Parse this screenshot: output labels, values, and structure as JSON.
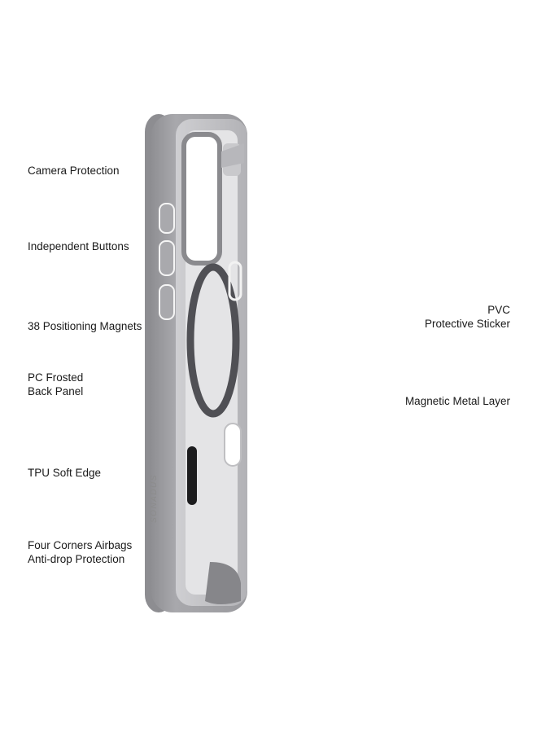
{
  "callouts": [
    {
      "id": "camera-protection",
      "lines": [
        "Camera Protection"
      ],
      "side": "left"
    },
    {
      "id": "independent-buttons",
      "lines": [
        "Independent Buttons"
      ],
      "side": "left"
    },
    {
      "id": "positioning-magnets",
      "lines": [
        "38 Positioning Magnets"
      ],
      "side": "left"
    },
    {
      "id": "pc-frosted-back-panel",
      "lines": [
        "PC Frosted",
        "Back Panel"
      ],
      "side": "left"
    },
    {
      "id": "tpu-soft-edge",
      "lines": [
        "TPU Soft Edge"
      ],
      "side": "left"
    },
    {
      "id": "four-corners-airbags",
      "lines": [
        "Four Corners Airbags",
        "Anti-drop Protection"
      ],
      "side": "left"
    },
    {
      "id": "pvc-protective-sticker",
      "lines": [
        "PVC",
        "Protective Sticker"
      ],
      "side": "right"
    },
    {
      "id": "magnetic-metal-layer",
      "lines": [
        "Magnetic Metal Layer"
      ],
      "side": "right"
    }
  ],
  "brand_text": "SONADUS",
  "colors": {
    "dot": "#2f86d6",
    "line": "#7d7d7d",
    "case_body": "#a3a3a7",
    "case_rim": "#bdbdc1",
    "phone_frame": "#c9cbcf",
    "screen_dark": "#0b0b12"
  }
}
